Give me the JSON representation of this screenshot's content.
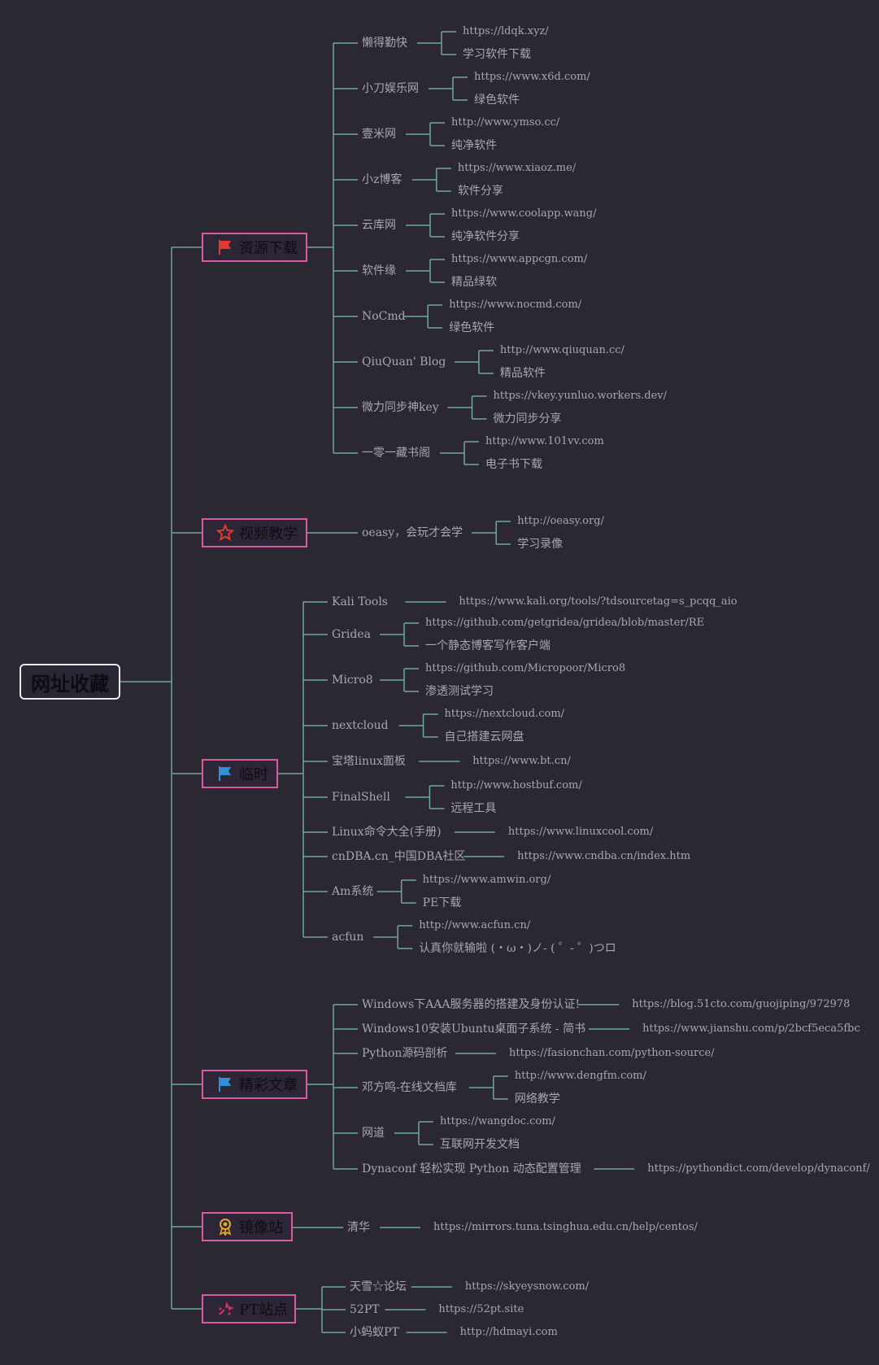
{
  "root": {
    "label": "网址收藏"
  },
  "colors": {
    "background": "#2b2831",
    "line": "#6fa7a0",
    "branch_border": "#d85aa0",
    "text": "#a9a6b0"
  },
  "branches": [
    {
      "label": "资源下载",
      "icon": "red-flag-icon",
      "items": [
        {
          "name": "懒得勤快",
          "url": "https://ldqk.xyz/",
          "desc": "学习软件下载"
        },
        {
          "name": "小刀娱乐网",
          "url": "https://www.x6d.com/",
          "desc": "绿色软件"
        },
        {
          "name": "壹米网",
          "url": "http://www.ymso.cc/",
          "desc": "纯净软件"
        },
        {
          "name": "小z博客",
          "url": "https://www.xiaoz.me/",
          "desc": "软件分享"
        },
        {
          "name": "云库网",
          "url": "https://www.coolapp.wang/",
          "desc": "纯净软件分享"
        },
        {
          "name": "软件缘",
          "url": "https://www.appcgn.com/",
          "desc": "精品绿软"
        },
        {
          "name": "NoCmd",
          "url": "https://www.nocmd.com/",
          "desc": "绿色软件"
        },
        {
          "name": "QiuQuan' Blog",
          "url": "http://www.qiuquan.cc/",
          "desc": "精品软件"
        },
        {
          "name": "微力同步神key",
          "url": "https://vkey.yunluo.workers.dev/",
          "desc": "微力同步分享"
        },
        {
          "name": "一零一藏书阁",
          "url": "http://www.101vv.com",
          "desc": "电子书下载"
        }
      ]
    },
    {
      "label": "视频教学",
      "icon": "star-icon",
      "items": [
        {
          "name": "oeasy，会玩才会学",
          "url": "http://oeasy.org/",
          "desc": "学习录像"
        }
      ]
    },
    {
      "label": "临时",
      "icon": "blue-flag-icon",
      "items": [
        {
          "name": "Kali Tools",
          "url": "https://www.kali.org/tools/?tdsourcetag=s_pcqq_aio",
          "desc": ""
        },
        {
          "name": "Gridea",
          "url": "https://github.com/getgridea/gridea/blob/master/RE",
          "desc": "一个静态博客写作客户端"
        },
        {
          "name": "Micro8",
          "url": "https://github.com/Micropoor/Micro8",
          "desc": "渗透测试学习"
        },
        {
          "name": "nextcloud",
          "url": "https://nextcloud.com/",
          "desc": "自己搭建云网盘"
        },
        {
          "name": "宝塔linux面板",
          "url": "https://www.bt.cn/",
          "desc": ""
        },
        {
          "name": "FinalShell",
          "url": "http://www.hostbuf.com/",
          "desc": "远程工具"
        },
        {
          "name": "Linux命令大全(手册)",
          "url": "https://www.linuxcool.com/",
          "desc": ""
        },
        {
          "name": "cnDBA.cn_中国DBA社区",
          "url": "https://www.cndba.cn/index.htm",
          "desc": ""
        },
        {
          "name": "Am系统",
          "url": "https://www.amwin.org/",
          "desc": "PE下载"
        },
        {
          "name": "acfun",
          "url": "http://www.acfun.cn/",
          "desc": "认真你就输啦 (・ω・)ノ- ( ゜- ゜)つロ"
        }
      ]
    },
    {
      "label": "精彩文章",
      "icon": "blue-flag-icon",
      "items": [
        {
          "name": "Windows下AAA服务器的搭建及身份认证!",
          "url": "https://blog.51cto.com/guojiping/972978",
          "desc": ""
        },
        {
          "name": "Windows10安装Ubuntu桌面子系统 - 简书",
          "url": "https://www.jianshu.com/p/2bcf5eca5fbc",
          "desc": ""
        },
        {
          "name": "Python源码剖析",
          "url": "https://fasionchan.com/python-source/",
          "desc": ""
        },
        {
          "name": "邓方鸣-在线文档库",
          "url": "http://www.dengfm.com/",
          "desc": "网络教学"
        },
        {
          "name": "网道",
          "url": "https://wangdoc.com/",
          "desc": "互联网开发文档"
        },
        {
          "name": "Dynaconf 轻松实现 Python 动态配置管理",
          "url": "https://pythondict.com/develop/dynaconf/",
          "desc": ""
        }
      ]
    },
    {
      "label": "镜像站",
      "icon": "award-icon",
      "items": [
        {
          "name": "清华",
          "url": "https://mirrors.tuna.tsinghua.edu.cn/help/centos/",
          "desc": ""
        }
      ]
    },
    {
      "label": "PT站点",
      "icon": "sparkle-icon",
      "items": [
        {
          "name": "天雪☆论坛",
          "url": "https://skyeysnow.com/",
          "desc": ""
        },
        {
          "name": "52PT",
          "url": "https://52pt.site",
          "desc": ""
        },
        {
          "name": "小蚂蚁PT",
          "url": "http://hdmayi.com",
          "desc": ""
        }
      ]
    }
  ]
}
